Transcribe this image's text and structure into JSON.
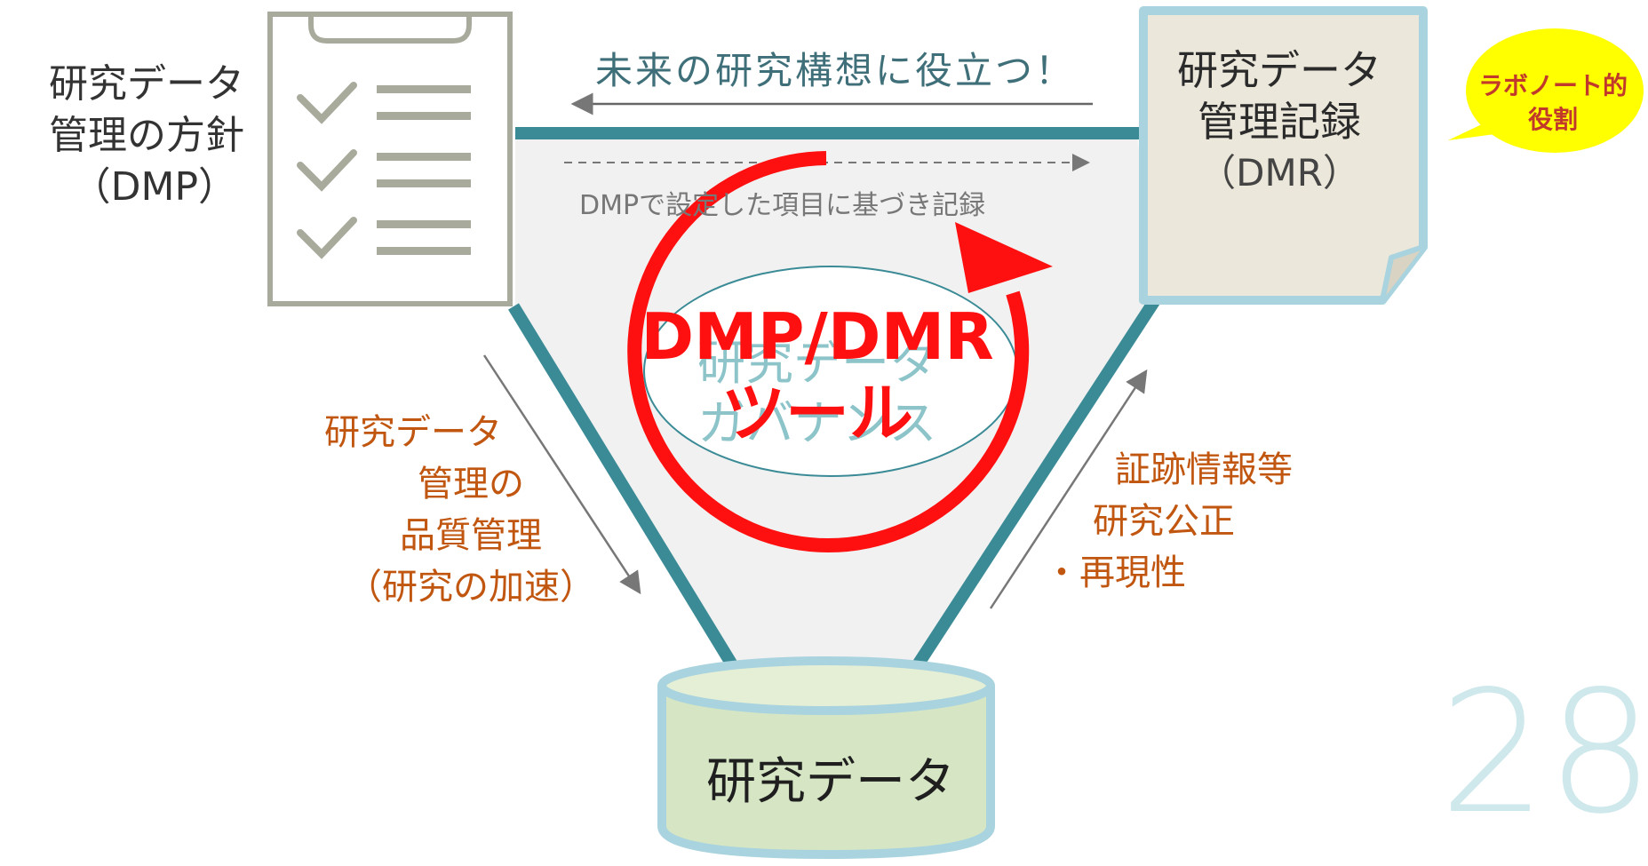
{
  "dmp": {
    "label_line1": "研究データ",
    "label_line2": "管理の方針",
    "label_line3": "（DMP）",
    "icon": "checklist-icon"
  },
  "dmr": {
    "label_line1": "研究データ",
    "label_line2": "管理記録",
    "label_line3": "（DMR）",
    "icon": "note-page-icon"
  },
  "arrows": {
    "future_label": "未来の研究構想に役立つ！",
    "record_label": "DMPで設定した項目に基づき記録"
  },
  "left_note": {
    "line1": "研究データ",
    "line2": "管理の",
    "line3": "品質管理",
    "line4": "（研究の加速）"
  },
  "right_note": {
    "line1": "証跡情報等",
    "line2": "研究公正",
    "line3": "・再現性"
  },
  "center": {
    "governance_line1": "研究データ",
    "governance_line2": "ガバナンス",
    "tool_line1": "DMP/DMR",
    "tool_line2": "ツール",
    "cycle_icon": "cycle-arrow-icon"
  },
  "data_store": {
    "label": "研究データ",
    "icon": "database-cylinder-icon"
  },
  "bubble": {
    "line1": "ラボノート的",
    "line2": "役割"
  },
  "page_number": "28",
  "colors": {
    "teal": "#3a8b96",
    "orange": "#c0560f",
    "red": "#ff1010",
    "bubble_yellow": "#ffff00",
    "cylinder_green": "#d6e6c4"
  }
}
